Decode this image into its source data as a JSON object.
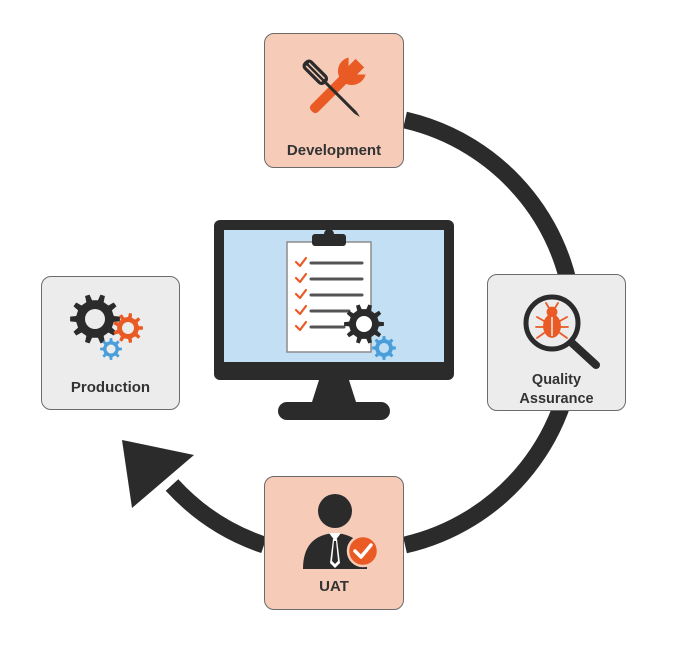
{
  "stages": {
    "development": {
      "label": "Development"
    },
    "quality_assurance": {
      "label": "Quality\nAssurance"
    },
    "uat": {
      "label": "UAT"
    },
    "production": {
      "label": "Production"
    }
  },
  "colors": {
    "orange": "#ea5a24",
    "box_orange": "#f6cbb8",
    "box_gray": "#ececec",
    "dark": "#2b2b2b",
    "screen_blue": "#c3dff3",
    "gear_blue": "#4a9fdb"
  },
  "icons": {
    "development": "wrench-screwdriver-icon",
    "quality_assurance": "bug-magnifier-icon",
    "uat": "user-check-icon",
    "production": "gears-icon",
    "center": "monitor-checklist-icon"
  }
}
